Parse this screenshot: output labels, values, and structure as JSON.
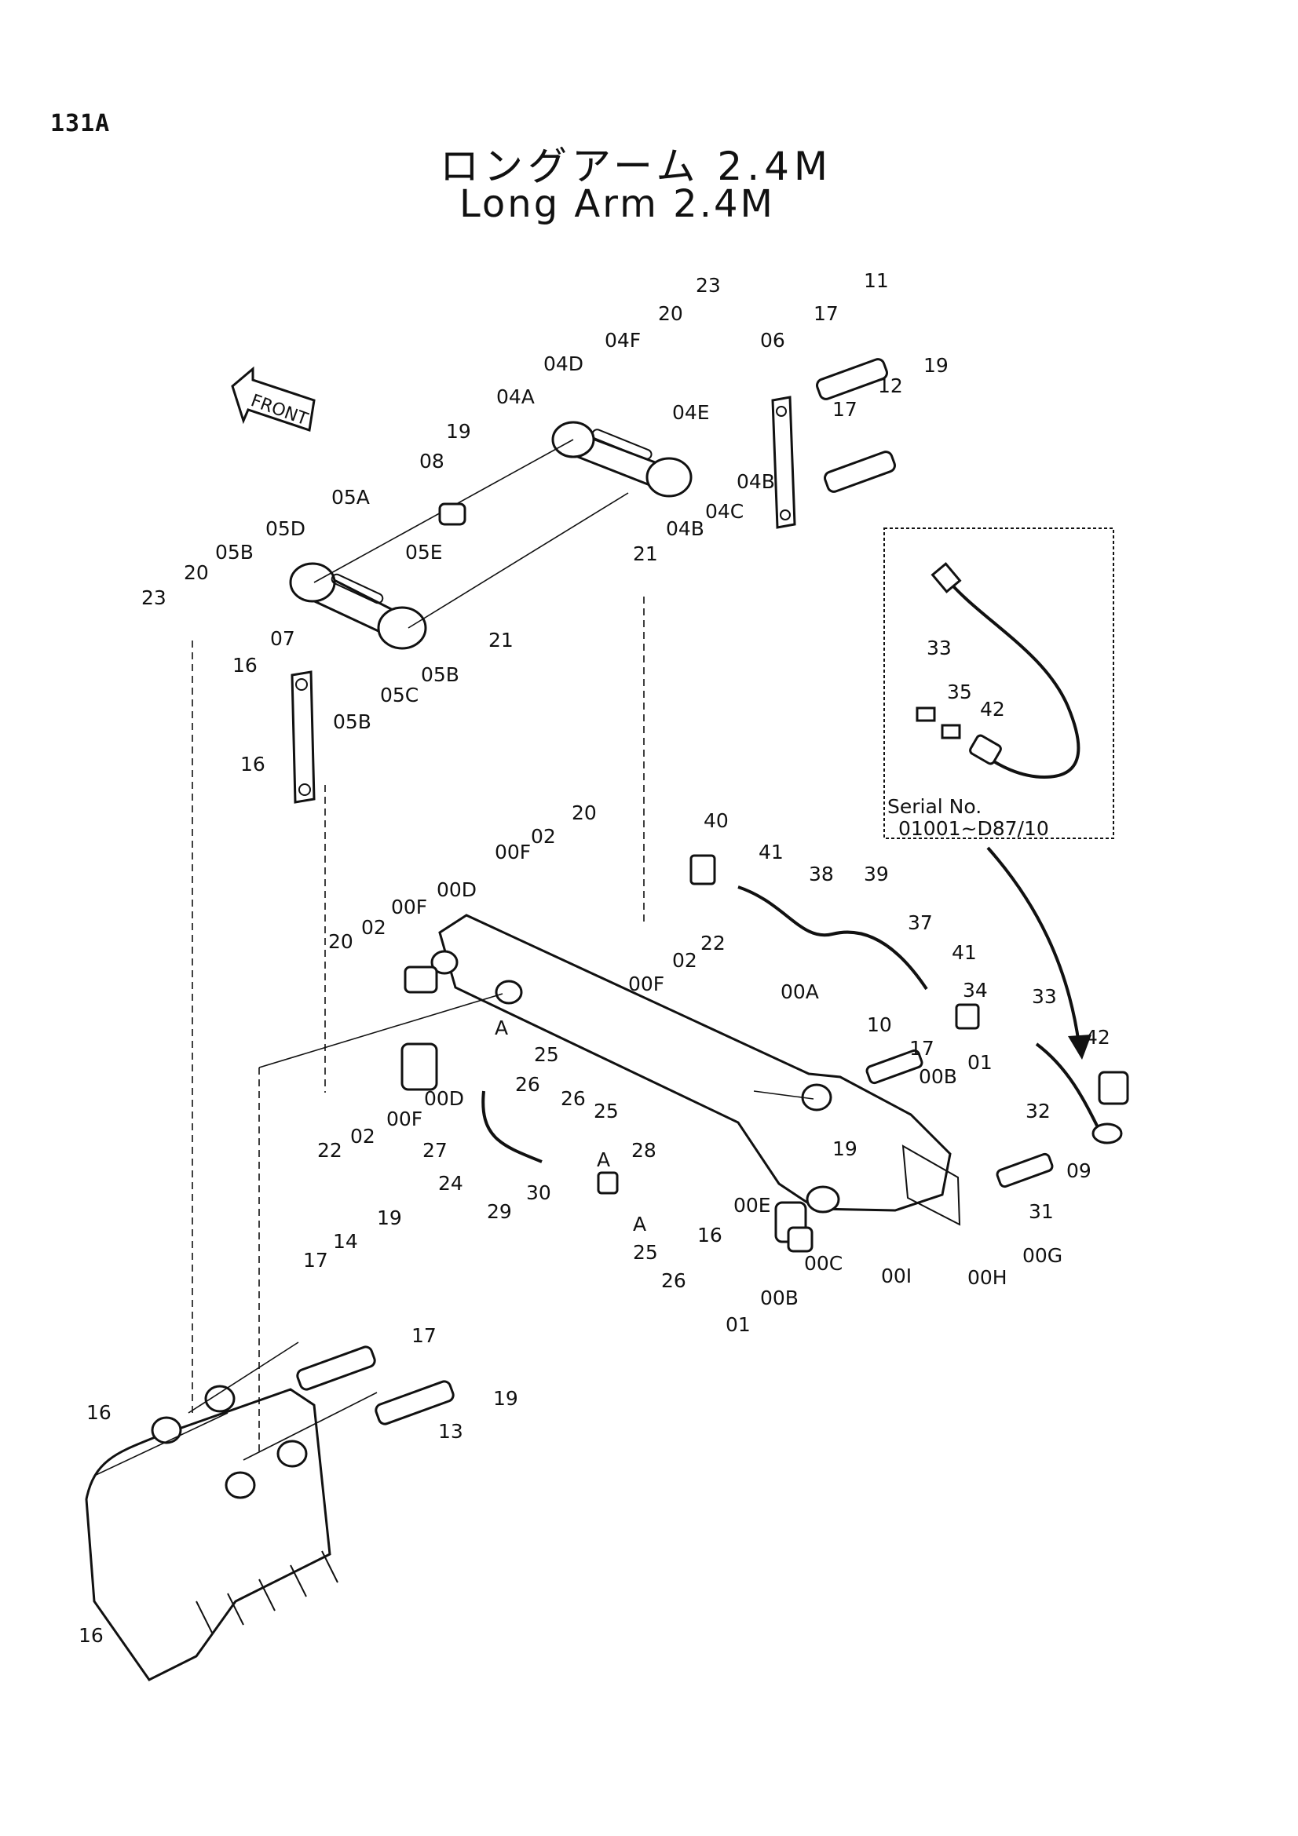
{
  "header": {
    "page_number": "131A",
    "title_jp": "ロングアーム 2.4M",
    "title_en": "Long Arm 2.4M"
  },
  "front_arrow_label": "FRONT",
  "inset": {
    "serial_label": "Serial No.",
    "serial_range": "01001~D87/10"
  },
  "callouts": [
    {
      "id": "c-23a",
      "label": "23"
    },
    {
      "id": "c-20a",
      "label": "20"
    },
    {
      "id": "c-04f",
      "label": "04F"
    },
    {
      "id": "c-04d",
      "label": "04D"
    },
    {
      "id": "c-04a",
      "label": "04A"
    },
    {
      "id": "c-04e",
      "label": "04E"
    },
    {
      "id": "c-06",
      "label": "06"
    },
    {
      "id": "c-17a",
      "label": "17"
    },
    {
      "id": "c-11",
      "label": "11"
    },
    {
      "id": "c-17b",
      "label": "17"
    },
    {
      "id": "c-12",
      "label": "12"
    },
    {
      "id": "c-19a",
      "label": "19"
    },
    {
      "id": "c-04b-a",
      "label": "04B"
    },
    {
      "id": "c-04c",
      "label": "04C"
    },
    {
      "id": "c-04b-b",
      "label": "04B"
    },
    {
      "id": "c-21a",
      "label": "21"
    },
    {
      "id": "c-19b",
      "label": "19"
    },
    {
      "id": "c-08",
      "label": "08"
    },
    {
      "id": "c-05a",
      "label": "05A"
    },
    {
      "id": "c-05d",
      "label": "05D"
    },
    {
      "id": "c-05b-a",
      "label": "05B"
    },
    {
      "id": "c-05e",
      "label": "05E"
    },
    {
      "id": "c-20b",
      "label": "20"
    },
    {
      "id": "c-23b",
      "label": "23"
    },
    {
      "id": "c-21b",
      "label": "21"
    },
    {
      "id": "c-07",
      "label": "07"
    },
    {
      "id": "c-16a",
      "label": "16"
    },
    {
      "id": "c-05b-b",
      "label": "05B"
    },
    {
      "id": "c-05c",
      "label": "05C"
    },
    {
      "id": "c-05b-c",
      "label": "05B"
    },
    {
      "id": "c-16b",
      "label": "16"
    },
    {
      "id": "c-33a",
      "label": "33"
    },
    {
      "id": "c-35",
      "label": "35"
    },
    {
      "id": "c-42a",
      "label": "42"
    },
    {
      "id": "c-00f-a",
      "label": "00F"
    },
    {
      "id": "c-02a",
      "label": "02"
    },
    {
      "id": "c-20c",
      "label": "20"
    },
    {
      "id": "c-40",
      "label": "40"
    },
    {
      "id": "c-41a",
      "label": "41"
    },
    {
      "id": "c-38",
      "label": "38"
    },
    {
      "id": "c-39",
      "label": "39"
    },
    {
      "id": "c-37",
      "label": "37"
    },
    {
      "id": "c-20d",
      "label": "20"
    },
    {
      "id": "c-02b",
      "label": "02"
    },
    {
      "id": "c-00f-b",
      "label": "00F"
    },
    {
      "id": "c-00d-a",
      "label": "00D"
    },
    {
      "id": "c-22a",
      "label": "22"
    },
    {
      "id": "c-02c",
      "label": "02"
    },
    {
      "id": "c-00f-c",
      "label": "00F"
    },
    {
      "id": "c-41b",
      "label": "41"
    },
    {
      "id": "c-34",
      "label": "34"
    },
    {
      "id": "c-33b",
      "label": "33"
    },
    {
      "id": "c-00a",
      "label": "00A"
    },
    {
      "id": "c-a1",
      "label": "A"
    },
    {
      "id": "c-25a",
      "label": "25"
    },
    {
      "id": "c-26a",
      "label": "26"
    },
    {
      "id": "c-42b",
      "label": "42"
    },
    {
      "id": "c-10",
      "label": "10"
    },
    {
      "id": "c-17c",
      "label": "17"
    },
    {
      "id": "c-00b-a",
      "label": "00B"
    },
    {
      "id": "c-01a",
      "label": "01"
    },
    {
      "id": "c-32",
      "label": "32"
    },
    {
      "id": "c-22b",
      "label": "22"
    },
    {
      "id": "c-02d",
      "label": "02"
    },
    {
      "id": "c-00f-d",
      "label": "00F"
    },
    {
      "id": "c-00d-b",
      "label": "00D"
    },
    {
      "id": "c-26b",
      "label": "26"
    },
    {
      "id": "c-25b",
      "label": "25"
    },
    {
      "id": "c-27",
      "label": "27"
    },
    {
      "id": "c-a2",
      "label": "A"
    },
    {
      "id": "c-28",
      "label": "28"
    },
    {
      "id": "c-19c",
      "label": "19"
    },
    {
      "id": "c-09",
      "label": "09"
    },
    {
      "id": "c-24",
      "label": "24"
    },
    {
      "id": "c-30",
      "label": "30"
    },
    {
      "id": "c-16c",
      "label": "16"
    },
    {
      "id": "c-00e",
      "label": "00E"
    },
    {
      "id": "c-31",
      "label": "31"
    },
    {
      "id": "c-29",
      "label": "29"
    },
    {
      "id": "c-a3",
      "label": "A"
    },
    {
      "id": "c-25c",
      "label": "25"
    },
    {
      "id": "c-00c",
      "label": "00C"
    },
    {
      "id": "c-00g",
      "label": "00G"
    },
    {
      "id": "c-26c",
      "label": "26"
    },
    {
      "id": "c-00i",
      "label": "00I"
    },
    {
      "id": "c-00h",
      "label": "00H"
    },
    {
      "id": "c-01b",
      "label": "01"
    },
    {
      "id": "c-00b-b",
      "label": "00B"
    },
    {
      "id": "c-19d",
      "label": "19"
    },
    {
      "id": "c-14",
      "label": "14"
    },
    {
      "id": "c-17d",
      "label": "17"
    },
    {
      "id": "c-17e",
      "label": "17"
    },
    {
      "id": "c-19e",
      "label": "19"
    },
    {
      "id": "c-13",
      "label": "13"
    },
    {
      "id": "c-16d",
      "label": "16"
    },
    {
      "id": "c-16e",
      "label": "16"
    }
  ]
}
